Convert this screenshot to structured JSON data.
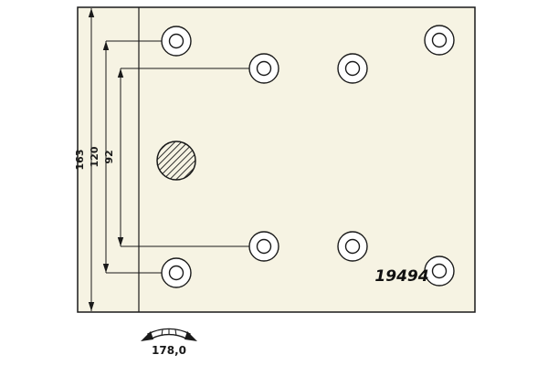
{
  "drawing": {
    "part_number": "19494",
    "dim_labels": {
      "overall_height": "163",
      "outer_hole_spacing": "120",
      "inner_hole_spacing": "92",
      "arc_width": "178,0"
    },
    "hole_count": 8,
    "colors": {
      "plate_fill": "#f6f3e3",
      "line": "#1a1a1a",
      "background": "#ffffff"
    }
  }
}
